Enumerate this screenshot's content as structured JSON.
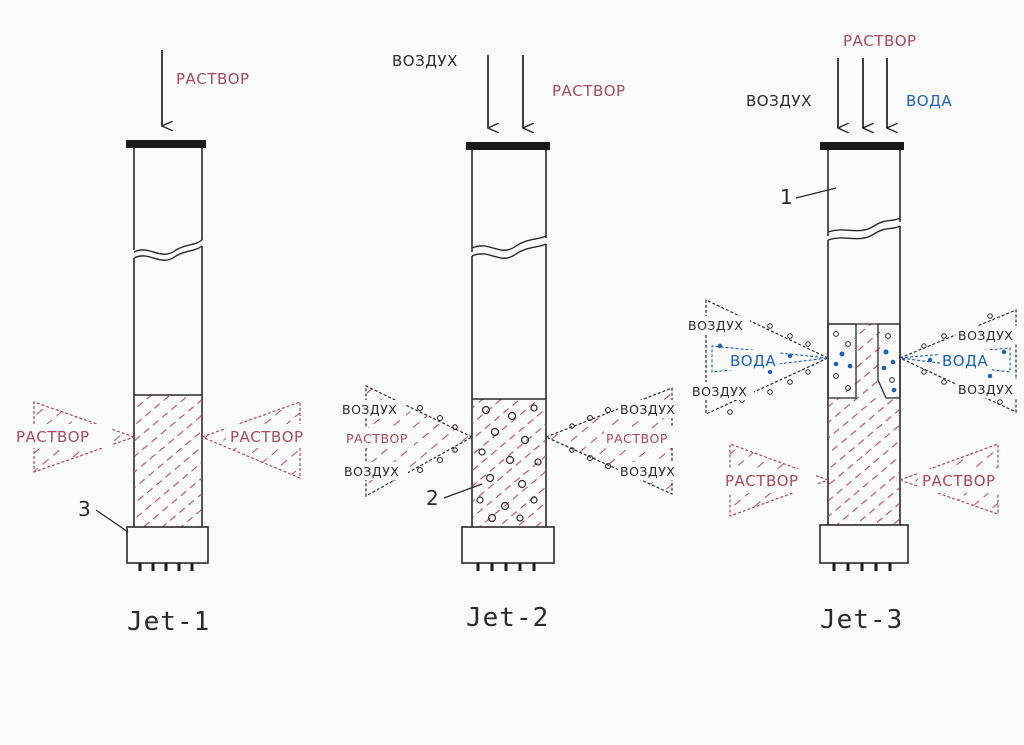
{
  "colors": {
    "grout": "#a84a5a",
    "water": "#1f5fb5",
    "ink": "#2a2a2a"
  },
  "panels": [
    {
      "caption": "Jet-1",
      "inputs": {
        "grout": "РАСТВОР"
      },
      "nozzles": {
        "grout_left": "РАСТВОР",
        "grout_right": "РАСТВОР"
      },
      "callout": "3"
    },
    {
      "caption": "Jet-2",
      "inputs": {
        "air": "ВОЗДУХ",
        "grout": "РАСТВОР"
      },
      "nozzles": {
        "air_left_top": "ВОЗДУХ",
        "grout_left": "РАСТВОР",
        "air_left_bottom": "ВОЗДУХ",
        "air_right_top": "ВОЗДУХ",
        "grout_right": "РАСТВОР",
        "air_right_bottom": "ВОЗДУХ"
      },
      "callout": "2"
    },
    {
      "caption": "Jet-3",
      "inputs": {
        "air": "ВОЗДУХ",
        "grout": "РАСТВОР",
        "water": "ВОДА"
      },
      "nozzles": {
        "air_left_top": "ВОЗДУХ",
        "water_left": "ВОДА",
        "air_left_bottom": "ВОЗДУХ",
        "air_right_top": "ВОЗДУХ",
        "water_right": "ВОДА",
        "air_right_bottom": "ВОЗДУХ",
        "grout_left": "РАСТВОР",
        "grout_right": "РАСТВОР"
      },
      "callout": "1"
    }
  ]
}
